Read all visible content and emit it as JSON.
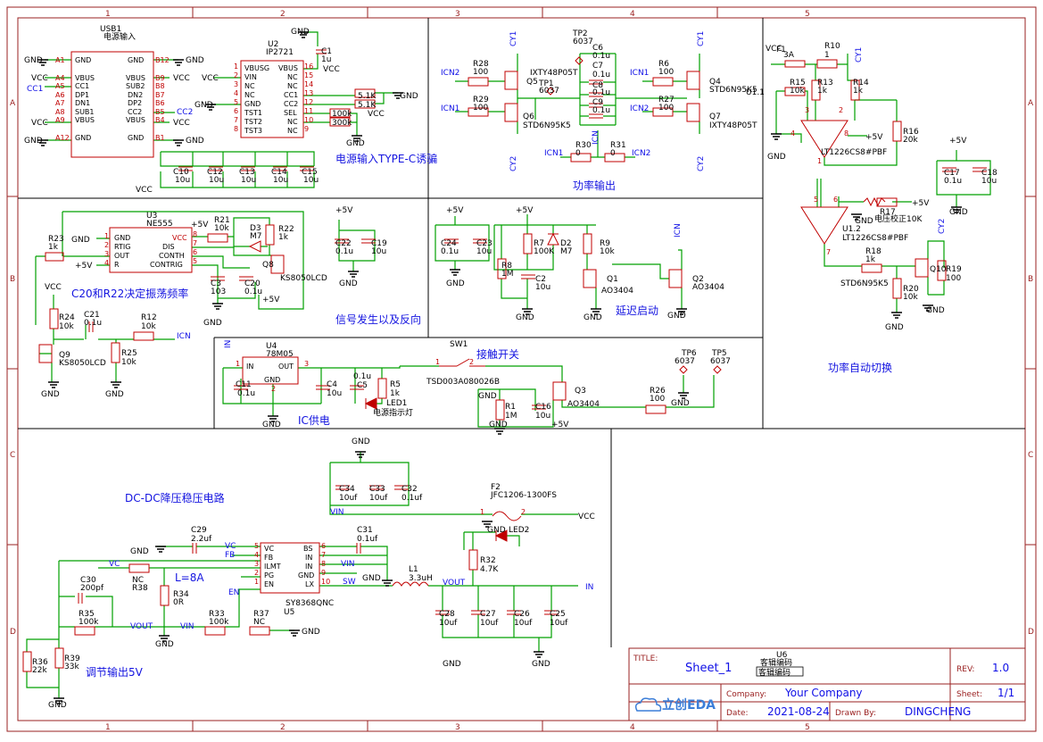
{
  "sheet": {
    "columns": [
      "1",
      "2",
      "3",
      "4",
      "5"
    ],
    "rows": [
      "A",
      "B",
      "C",
      "D"
    ]
  },
  "sections": {
    "typec": "电源输入TYPE-C诱骗",
    "power_out": "功率输出",
    "auto_switch": "功率自动切换",
    "signal": "信号发生以及反向",
    "osc_note": "C20和R22决定振荡频率",
    "delay": "延迟启动",
    "ic_power": "IC供电",
    "touch_switch": "接触开关",
    "dcdc": "DC-DC降压稳压电路",
    "l_note": "L=8A",
    "adjust": "调节输出5V"
  },
  "labels": {
    "usb1": "USB1",
    "usb1_sub": "电源输入",
    "u2": "U2",
    "u2_part": "IP2721",
    "u3": "U3",
    "u3_part": "NE555",
    "u4": "U4",
    "u4_part": "78M05",
    "u5": "U5",
    "u5_part": "SY8368QNC",
    "u1_1": "U1.1",
    "u1_1_part": "LT1226CS8#PBF",
    "u1_2": "U1.2",
    "u1_2_part": "LT1226CS8#PBF",
    "f1": "F1",
    "f1_val": "3A",
    "f2": "F2",
    "f2_val": "JFC1206-1300FS",
    "sw1": "SW1",
    "sw1_part": "TSD003A080026B",
    "led1": "LED1",
    "led1_sub": "电源指示灯",
    "led2": "LED2",
    "r17_sub": "电压校正10K",
    "l1": "L1",
    "l1_val": "3.3uH",
    "u6": "U6",
    "u6_sub": "客辑编码",
    "tp1": "TP1",
    "tp2": "TP2",
    "tp5": "TP5",
    "tp6": "TP6",
    "tp_val": "6037"
  },
  "nets": {
    "gnd": "GND",
    "vcc": "VCC",
    "p5v": "+5V",
    "icn": "ICN",
    "icn1": "ICN1",
    "icn2": "ICN2",
    "cy1": "CY1",
    "cy2": "CY2",
    "in": "IN",
    "cc1": "CC1",
    "cc2": "CC2",
    "vout": "VOUT",
    "vin": "VIN",
    "fb": "FB",
    "sw": "SW",
    "en": "EN",
    "vc": "VC"
  },
  "title_block": {
    "title_label": "TITLE:",
    "title": "Sheet_1",
    "rev_label": "REV:",
    "rev": "1.0",
    "company_label": "Company:",
    "company": "Your Company",
    "sheet_label": "Sheet:",
    "sheet": "1/1",
    "date_label": "Date:",
    "date": "2021-08-24",
    "drawn_label": "Drawn By:",
    "drawn": "DINGCHENG",
    "logo": "立创EDA"
  },
  "colors": {
    "wire": "#00a000",
    "component": "#c00000",
    "net_label": "#1010e6",
    "border": "#9a2020"
  }
}
